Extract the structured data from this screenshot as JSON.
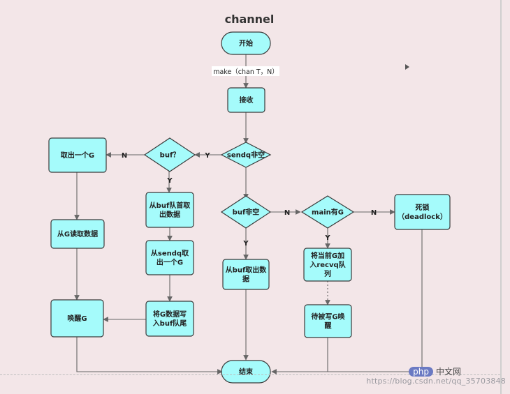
{
  "diagram": {
    "title": "channel",
    "nodes": {
      "start": "开始",
      "make_label": "make（chan T，N）",
      "receive": "接收",
      "sendq_empty": "sendq非空",
      "buf_q": "buf？",
      "take_g_left": "取出一个G",
      "read_from_g": "从G读取数据",
      "wake_g": "唤醒G",
      "buf_head": [
        "从buf队首取",
        "出数据"
      ],
      "sendq_take": [
        "从sendq取",
        "出一个G"
      ],
      "write_buf": [
        "将G数据写",
        "入buf队尾"
      ],
      "buf_empty": "buf非空",
      "read_buf": [
        "从buf取出数",
        "据"
      ],
      "main_has_g": "main有G",
      "deadlock": [
        "死锁",
        "（deadlock）"
      ],
      "join_recvq": [
        "将当前G加",
        "入recvq队",
        "列"
      ],
      "wait_write": [
        "待被写G唤",
        "醒"
      ],
      "end": "结束"
    },
    "edge_labels": {
      "n1": "N",
      "y1": "Y",
      "y2": "Y",
      "n2": "N",
      "y3": "Y",
      "n3": "N",
      "y4": "Y"
    },
    "colors": {
      "node_fill": "#a5fbfb",
      "node_stroke": "#3a3a3a",
      "edge": "#666666",
      "background": "#f3e6e8"
    }
  },
  "watermark": {
    "brand": "php",
    "brand_cn": "中文网",
    "url": "https://blog.csdn.net/qq_35703848"
  }
}
